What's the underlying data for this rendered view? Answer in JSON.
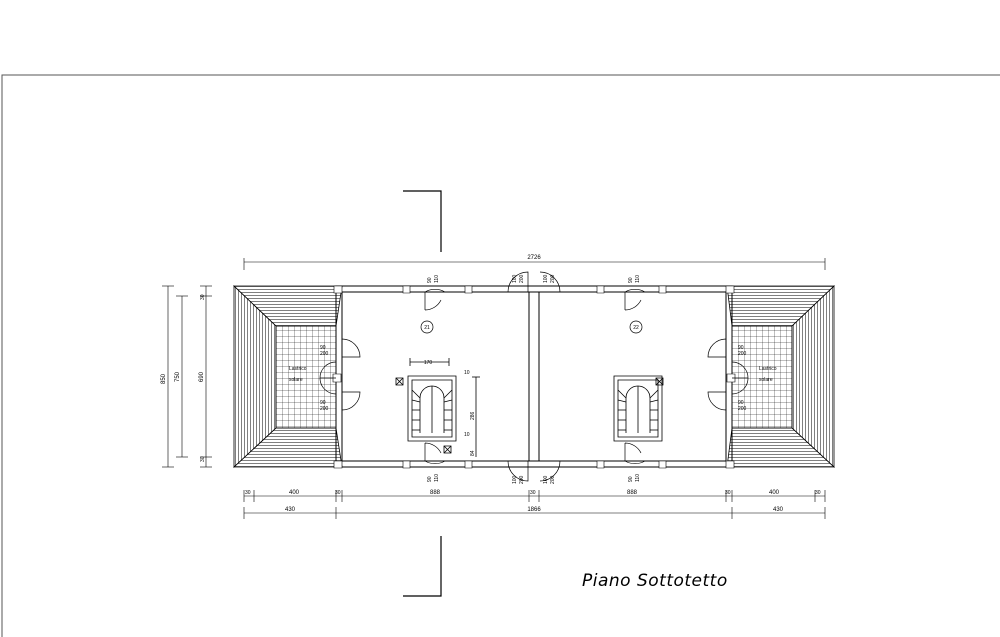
{
  "drawing": {
    "title": "Piano Sottotetto",
    "rooms": [
      {
        "number": "21"
      },
      {
        "number": "22"
      }
    ],
    "left_unit": {
      "label_top": "Lastrico",
      "label_bottom": "solare"
    },
    "right_unit": {
      "label_top": "Lastrico",
      "label_bottom": "solare"
    },
    "openings": {
      "top_left_door": [
        "90",
        "110"
      ],
      "top_center_left": [
        "100",
        "200"
      ],
      "top_center_right": [
        "100",
        "200"
      ],
      "top_right_door": [
        "90",
        "110"
      ],
      "bottom_left_door": [
        "90",
        "110"
      ],
      "bottom_center_left": [
        "100",
        "200"
      ],
      "bottom_center_right": [
        "100",
        "200"
      ],
      "bottom_right_door": [
        "90",
        "110"
      ],
      "left_upper_window": [
        "90",
        "200"
      ],
      "left_lower_window": [
        "90",
        "200"
      ],
      "right_upper_window": [
        "90",
        "200"
      ],
      "right_lower_window": [
        "90",
        "200"
      ]
    },
    "stair": {
      "width": "170",
      "riser_top": "10",
      "riser_bottom": "10",
      "height_a": "286",
      "height_b": "84"
    },
    "dimensions": {
      "overall_length": "2726",
      "overall_height": "850",
      "inner_height": "750",
      "clear_height": "690",
      "edge_top": "30",
      "edge_bottom": "30",
      "seg_small_a": "30",
      "seg_400_left": "400",
      "seg_small_b": "30",
      "seg_888_left": "888",
      "seg_small_c": "30",
      "seg_888_right": "888",
      "seg_small_d": "30",
      "seg_400_right": "400",
      "seg_small_e": "30",
      "total_430_left": "430",
      "total_1866": "1866",
      "total_430_right": "430"
    }
  }
}
